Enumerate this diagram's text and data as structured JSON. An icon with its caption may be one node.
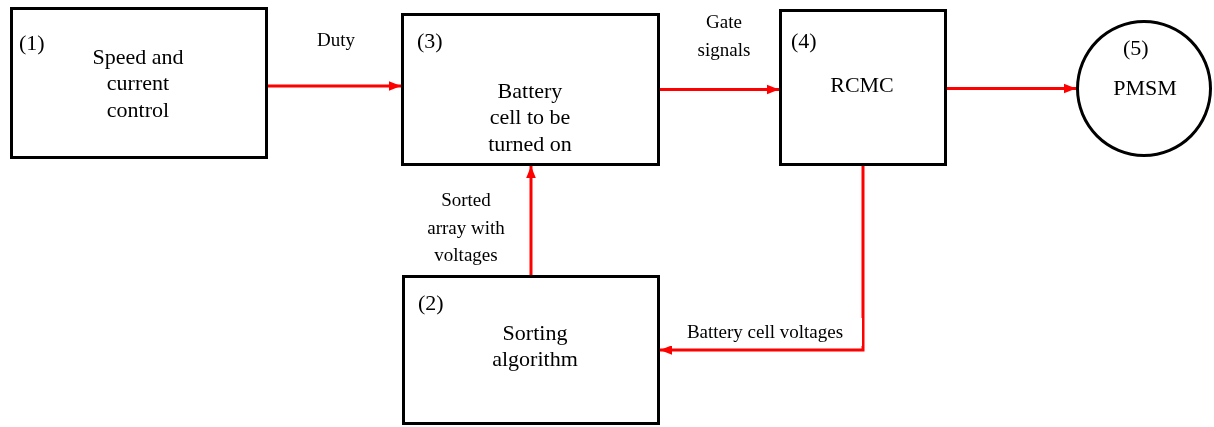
{
  "diagram": {
    "nodes": [
      {
        "text": [
          "(1)",
          "Speed and current control"
        ]
      },
      {
        "text": [
          "(3)",
          "Battery cell to be turned on"
        ]
      },
      {
        "text": [
          "(4)",
          "RCMC"
        ]
      },
      {
        "text": [
          "(5)",
          "PMSM"
        ]
      },
      {
        "text": [
          "(2)",
          "Sorting algorithm"
        ]
      }
    ],
    "edges": [
      {
        "from": 0,
        "to": 1,
        "arrow": "to",
        "label": "Duty"
      },
      {
        "from": 1,
        "to": 2,
        "arrow": "to",
        "label": "Gate signals"
      },
      {
        "from": 2,
        "to": 3,
        "arrow": "to"
      },
      {
        "from": 4,
        "to": 1,
        "arrow": "to",
        "label": "Sorted array with voltages"
      },
      {
        "from": 2,
        "to": 4,
        "arrow": "to",
        "label": "Battery cell voltages"
      }
    ]
  }
}
